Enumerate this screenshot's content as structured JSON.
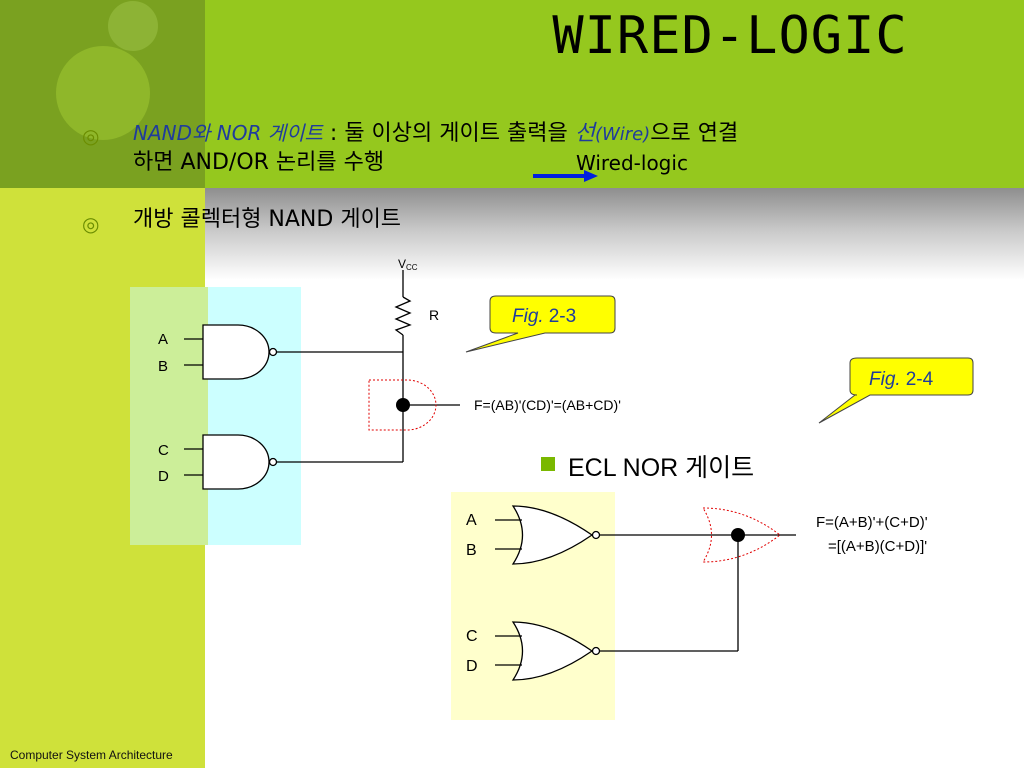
{
  "slide": {
    "title": "WIRED-LOGIC",
    "footer": "Computer System Architecture"
  },
  "bullets": {
    "b1_part1": "NAND와 NOR 게이트",
    "b1_part2": " : 둘 이상의 게이트 출력을 ",
    "b1_part3": "선",
    "b1_part4": "(Wire)",
    "b1_part5": "으로 연결",
    "b1_line2": "하면 AND/OR 논리를 수행",
    "b1_arrow_target": "Wired-logic",
    "b2": "개방 콜렉터형 NAND 게이트",
    "ecl": "ECL NOR 게이트"
  },
  "fig_labels": {
    "fig23_prefix": "Fig.",
    "fig23_num": "2-3",
    "fig24_prefix": "Fig.",
    "fig24_num": "2-4"
  },
  "nand_circuit": {
    "vcc": "V",
    "vcc_sub": "CC",
    "resistor": "R",
    "input_a": "A",
    "input_b": "B",
    "input_c": "C",
    "input_d": "D",
    "output": "F=(AB)'(CD)'=(AB+CD)'"
  },
  "nor_circuit": {
    "input_a": "A",
    "input_b": "B",
    "input_c": "C",
    "input_d": "D",
    "output_line1": "F=(A+B)'+(C+D)'",
    "output_line2": "=[(A+B)(C+D)]'"
  },
  "colors": {
    "lime": "#cfe13a",
    "green_band": "#95c81e",
    "callout_yellow": "#ffff00",
    "nand_panel": "#ccffff",
    "nor_panel": "#ffffcc",
    "arrow_blue": "#0020e0",
    "dashed_red": "#e00000"
  }
}
